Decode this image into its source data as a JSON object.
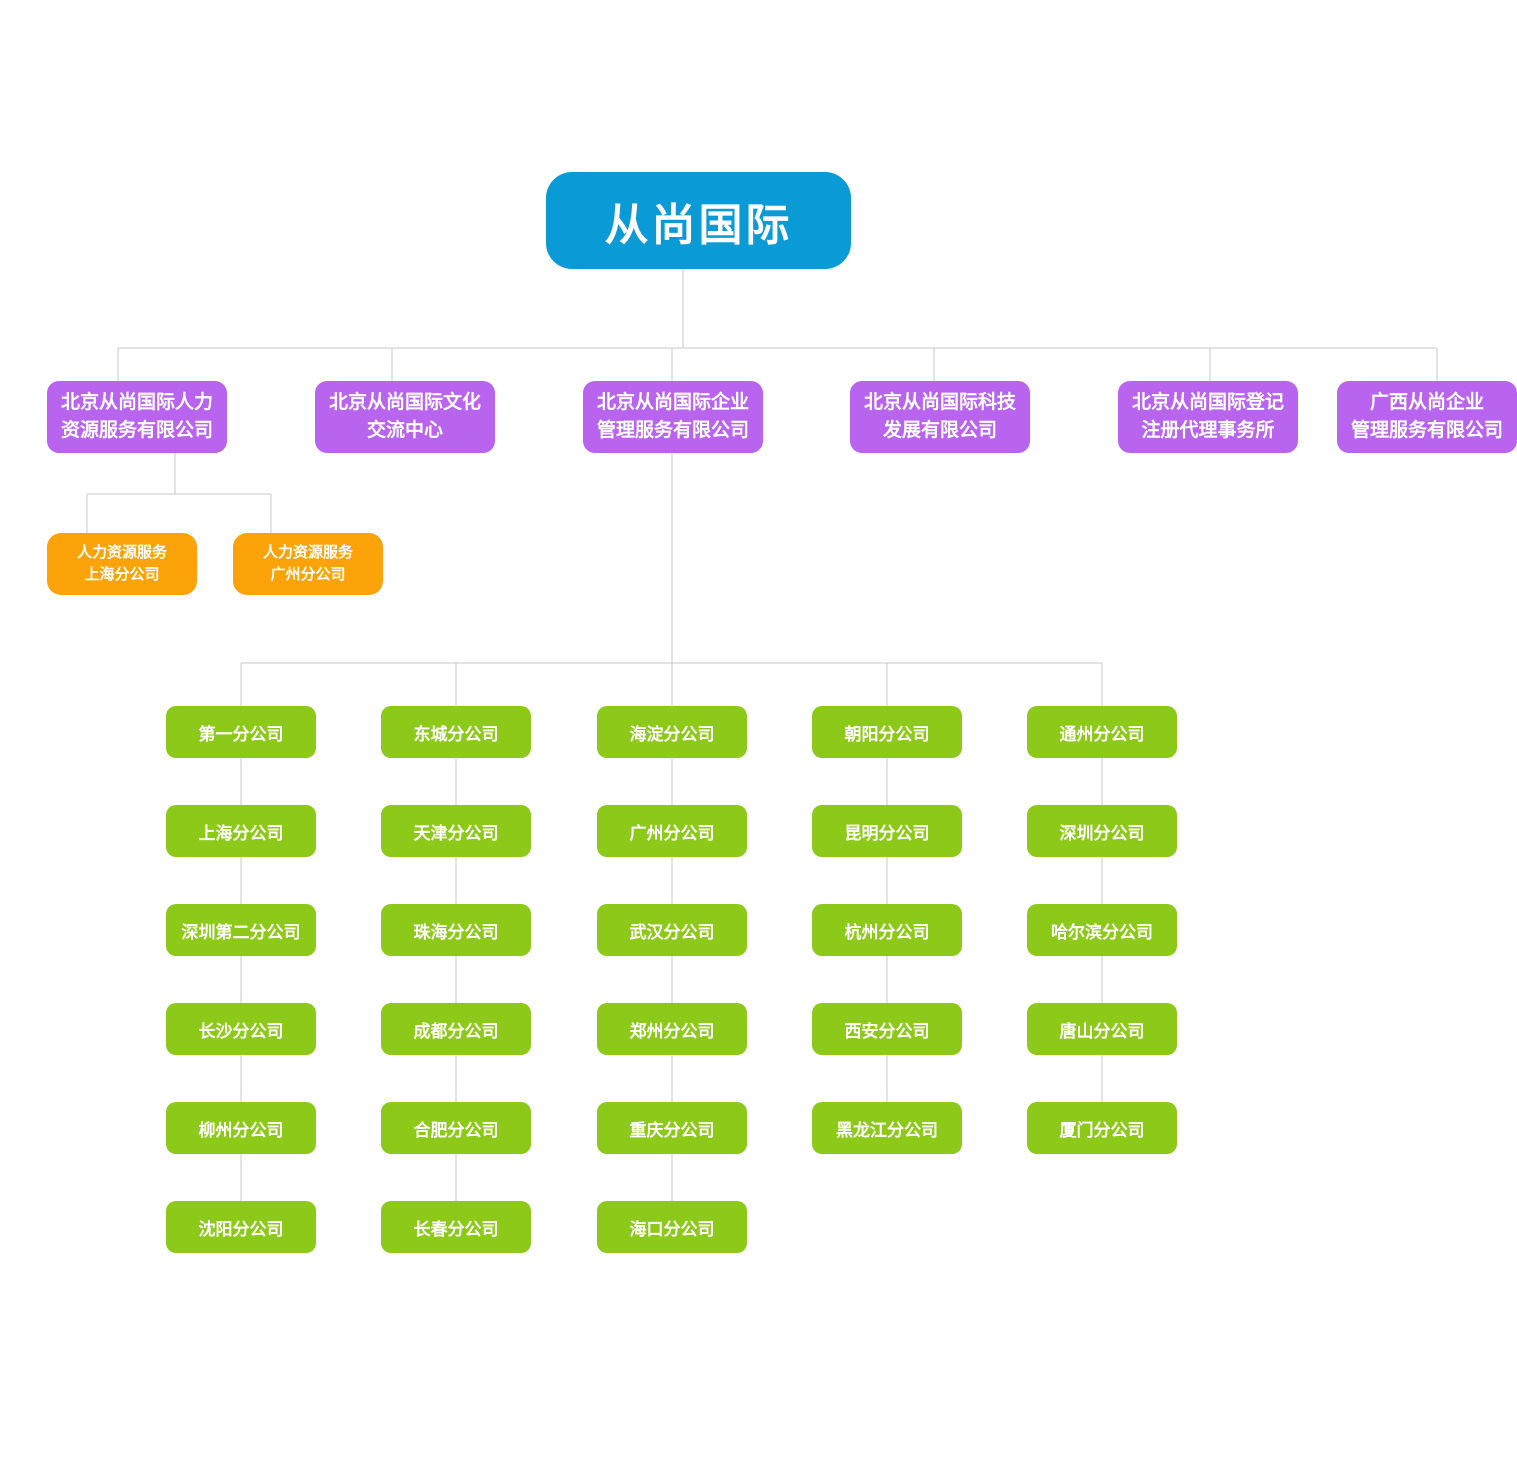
{
  "colors": {
    "root_blue": "#0a9bd7",
    "subsidiary_purple": "#b964ef",
    "branch_orange": "#fba309",
    "city_green": "#8dc918",
    "connector_gray": "#c9c9c9",
    "background": "#ffffff",
    "text": "#ffffff"
  },
  "org": {
    "root": {
      "label": "从尚国际"
    },
    "subsidiaries": [
      {
        "lines": [
          "北京从尚国际人力",
          "资源服务有限公司"
        ]
      },
      {
        "lines": [
          "北京从尚国际文化",
          "交流中心"
        ]
      },
      {
        "lines": [
          "北京从尚国际企业",
          "管理服务有限公司"
        ]
      },
      {
        "lines": [
          "北京从尚国际科技",
          "发展有限公司"
        ]
      },
      {
        "lines": [
          "北京从尚国际登记",
          "注册代理事务所"
        ]
      },
      {
        "lines": [
          "广西从尚企业",
          "管理服务有限公司"
        ]
      }
    ],
    "hr_branches": [
      {
        "lines": [
          "人力资源服务",
          "上海分公司"
        ]
      },
      {
        "lines": [
          "人力资源服务",
          "广州分公司"
        ]
      }
    ],
    "city_branch_columns": [
      [
        "第一分公司",
        "上海分公司",
        "深圳第二分公司",
        "长沙分公司",
        "柳州分公司",
        "沈阳分公司"
      ],
      [
        "东城分公司",
        "天津分公司",
        "珠海分公司",
        "成都分公司",
        "合肥分公司",
        "长春分公司"
      ],
      [
        "海淀分公司",
        "广州分公司",
        "武汉分公司",
        "郑州分公司",
        "重庆分公司",
        "海口分公司"
      ],
      [
        "朝阳分公司",
        "昆明分公司",
        "杭州分公司",
        "西安分公司",
        "黑龙江分公司"
      ],
      [
        "通州分公司",
        "深圳分公司",
        "哈尔滨分公司",
        "唐山分公司",
        "厦门分公司"
      ]
    ]
  }
}
